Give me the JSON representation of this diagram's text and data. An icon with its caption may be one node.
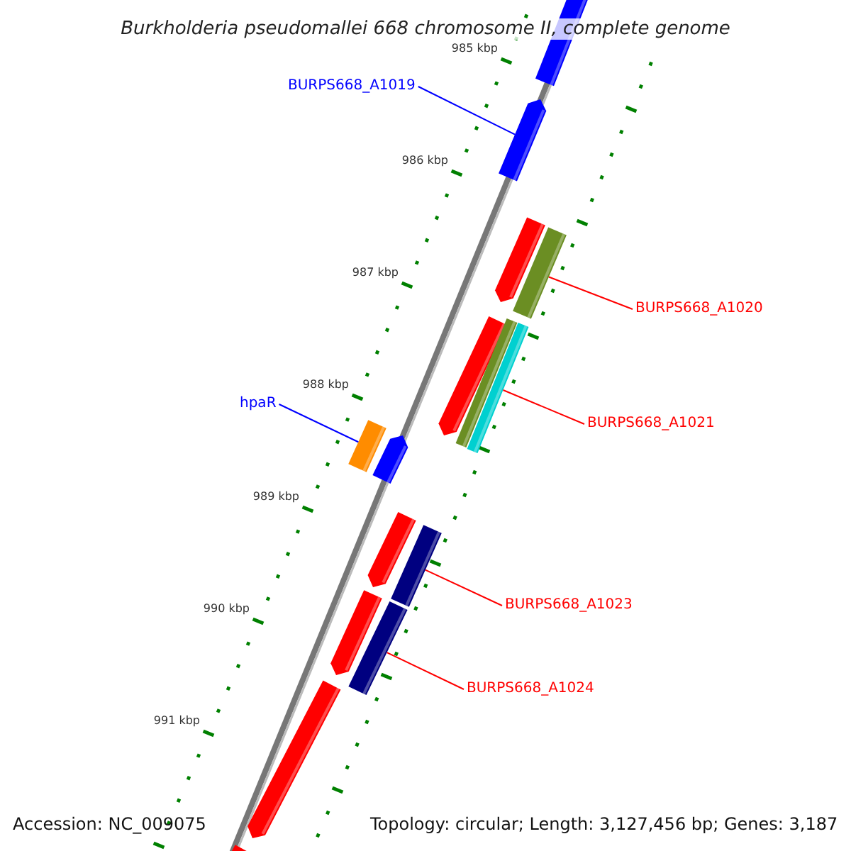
{
  "diagram": {
    "title": "Burkholderia pseudomallei 668 chromosome II, complete genome",
    "nodes": [
      {
        "text": [
          "BURPS668_A1019"
        ]
      },
      {
        "text": [],
        "shape": "bar"
      },
      {
        "text": [
          "BURPS668_A1020"
        ]
      },
      {
        "text": [],
        "shape": "bar"
      },
      {
        "text": [
          "BURPS668_A1021"
        ]
      },
      {
        "text": [],
        "shape": "bar"
      },
      {
        "text": [
          "hpaR"
        ]
      },
      {
        "text": [],
        "shape": "bar"
      },
      {
        "text": [
          "BURPS668_A1023"
        ]
      },
      {
        "text": [],
        "shape": "bar"
      },
      {
        "text": [
          "BURPS668_A1024"
        ]
      },
      {
        "text": [],
        "shape": "bar"
      }
    ],
    "edges": [
      {
        "from": 0,
        "to": 1,
        "arrow": "none",
        "color": "#0000ff"
      },
      {
        "from": 2,
        "to": 3,
        "arrow": "none"
      },
      {
        "from": 4,
        "to": 5,
        "arrow": "none"
      },
      {
        "from": 6,
        "to": 7,
        "arrow": "none",
        "color": "#0000ff"
      },
      {
        "from": 8,
        "to": 9,
        "arrow": "none"
      },
      {
        "from": 10,
        "to": 11,
        "arrow": "none"
      }
    ],
    "labels": [
      "985 kbp",
      "986 kbp",
      "987 kbp",
      "988 kbp",
      "989 kbp",
      "990 kbp",
      "991 kbp",
      "Accession: NC_009075",
      "Topology: circular; Length: 3,127,456 bp; Genes: 3,187"
    ]
  }
}
